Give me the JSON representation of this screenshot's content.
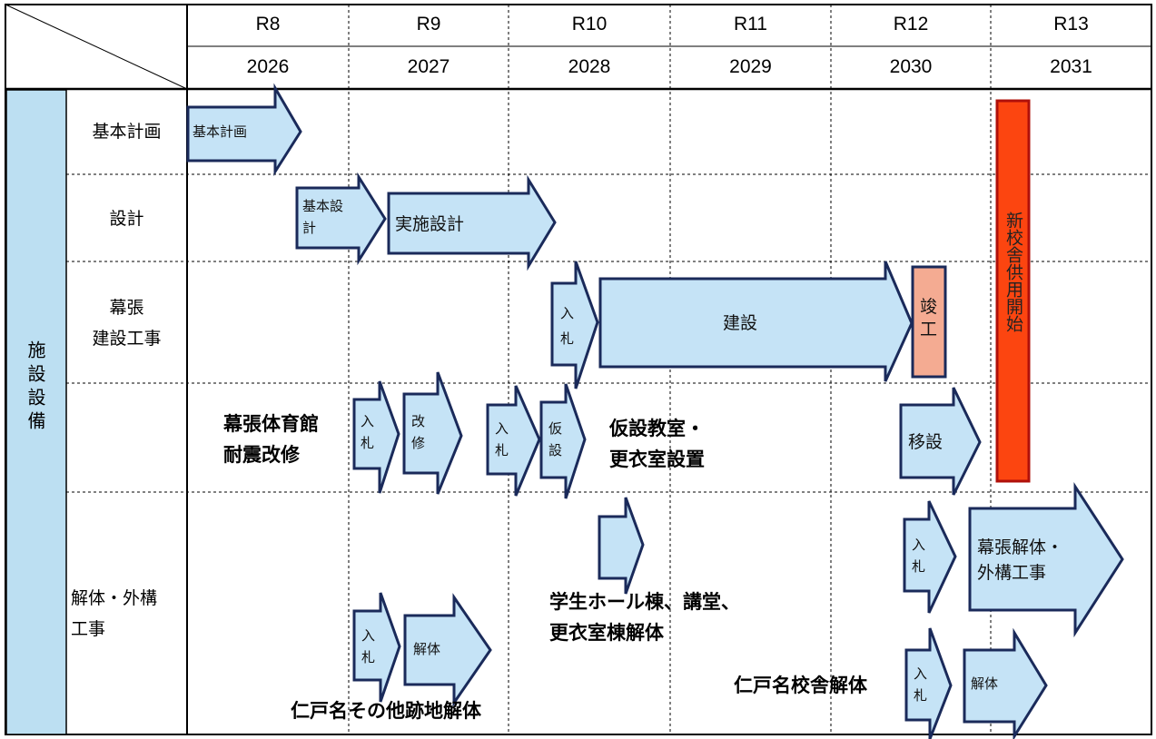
{
  "header": {
    "reiwa": [
      "R8",
      "R9",
      "R10",
      "R11",
      "R12",
      "R13"
    ],
    "years": [
      "2026",
      "2027",
      "2028",
      "2029",
      "2030",
      "2031"
    ]
  },
  "category": "施設設備",
  "rows": {
    "kihon": "基本計画",
    "sekkei": "設計",
    "makuhari": "幕張\n建設工事",
    "kaitai": "解体・外構\n工事"
  },
  "arrows": {
    "kihon_keikaku": "基本計画",
    "kihon_sekkei": "基本設\n計",
    "jisshi_sekkei": "実施設計",
    "nyusatsu_1": "入\n札",
    "kensetsu": "建設",
    "shunko": "竣\n工",
    "nyusatsu_2": "入\n札",
    "kaishu": "改\n修",
    "nyusatsu_3": "入\n札",
    "kasetsu": "仮\n設",
    "isetsu": "移設",
    "nyusatsu_4": "入\n札",
    "makuhari_kaitai": "幕張解体・\n外構工事",
    "nyusatsu_5": "入\n札",
    "kaitai_1": "解体",
    "nyusatsu_6": "入\n札",
    "kaitai_2": "解体"
  },
  "bar_label": "新校舎供用開始",
  "notes": {
    "gym": "幕張体育館\n耐震改修",
    "temp": "仮設教室・\n更衣室設置",
    "hall": "学生ホール棟、講堂、\n更衣室棟解体",
    "ninohe_other": "仁戸名その他跡地解体",
    "ninohe_school": "仁戸名校舎解体"
  },
  "colors": {
    "arrow_fill": "#c5e3f6",
    "arrow_stroke": "#1a2a5a",
    "category_fill": "#bcdff2",
    "bar_fill": "#fc4510",
    "bar_stroke": "#b0100a",
    "completion_fill": "#f4ab92"
  }
}
